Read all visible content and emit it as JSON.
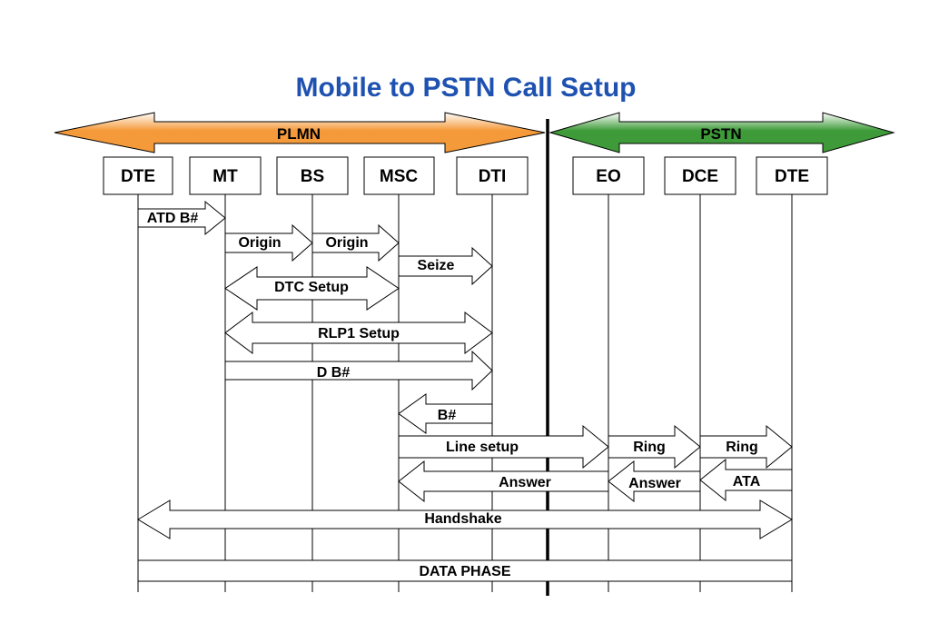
{
  "title": "Mobile to PSTN Call Setup",
  "domains": {
    "left": {
      "label": "PLMN",
      "color_start": "#ffffff",
      "color_end": "#f59a3a"
    },
    "right": {
      "label": "PSTN",
      "color_start": "#ffffff",
      "color_end": "#3f9b3a"
    }
  },
  "entities": [
    {
      "key": "dte1",
      "label": "DTE"
    },
    {
      "key": "mt",
      "label": "MT"
    },
    {
      "key": "bs",
      "label": "BS"
    },
    {
      "key": "msc",
      "label": "MSC"
    },
    {
      "key": "dti",
      "label": "DTI"
    },
    {
      "key": "eo",
      "label": "EO"
    },
    {
      "key": "dce",
      "label": "DCE"
    },
    {
      "key": "dte2",
      "label": "DTE"
    }
  ],
  "messages": [
    {
      "label": "ATD B#",
      "from": "dte1",
      "to": "mt",
      "dir": "right"
    },
    {
      "label": "Origin",
      "from": "mt",
      "to": "bs",
      "dir": "right"
    },
    {
      "label": "Origin",
      "from": "bs",
      "to": "msc",
      "dir": "right"
    },
    {
      "label": "Seize",
      "from": "msc",
      "to": "dti",
      "dir": "right"
    },
    {
      "label": "DTC Setup",
      "from": "mt",
      "to": "msc",
      "dir": "both"
    },
    {
      "label": "RLP1 Setup",
      "from": "mt",
      "to": "dti",
      "dir": "both"
    },
    {
      "label": "D B#",
      "from": "mt",
      "to": "dti",
      "dir": "right"
    },
    {
      "label": "B#",
      "from": "dti",
      "to": "msc",
      "dir": "left"
    },
    {
      "label": "Line setup",
      "from": "msc",
      "to": "eo",
      "dir": "right"
    },
    {
      "label": "Ring",
      "from": "eo",
      "to": "dce",
      "dir": "right"
    },
    {
      "label": "Ring",
      "from": "dce",
      "to": "dte2",
      "dir": "right"
    },
    {
      "label": "Answer",
      "from": "eo",
      "to": "msc",
      "dir": "left"
    },
    {
      "label": "Answer",
      "from": "dce",
      "to": "eo",
      "dir": "left"
    },
    {
      "label": "ATA",
      "from": "dte2",
      "to": "dce",
      "dir": "left"
    },
    {
      "label": "Handshake",
      "from": "dte1",
      "to": "dte2",
      "dir": "both"
    },
    {
      "label": "DATA PHASE",
      "from": "dte1",
      "to": "dte2",
      "dir": "box"
    }
  ]
}
